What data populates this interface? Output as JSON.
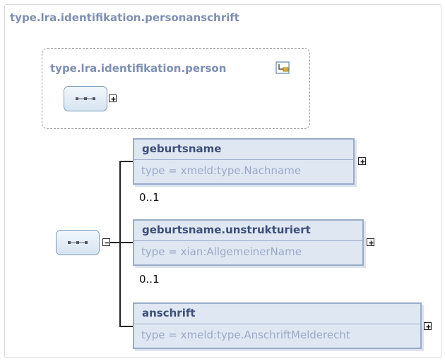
{
  "title": "type.lra.identifikation.personanschrift",
  "group": {
    "title": "type.lra.identifikation.person"
  },
  "elements": [
    {
      "name": "geburtsname",
      "type": "type = xmeld:type.Nachname",
      "cardinality": "0..1"
    },
    {
      "name": "geburtsname.unstrukturiert",
      "type": "type = xian:AllgemeinerName",
      "cardinality": "0..1"
    },
    {
      "name": "anschrift",
      "type": "type = xmeld:type.AnschriftMelderecht",
      "cardinality": ""
    }
  ],
  "colors": {
    "title": "#7e8fb4",
    "element_fill": "#dfe7f3",
    "element_border": "#9aabc9",
    "element_name": "#3e4e78",
    "type_text": "#9aaac6"
  },
  "icons": [
    "complex-type-icon",
    "sequence-icon",
    "expand-icon",
    "collapse-icon"
  ]
}
